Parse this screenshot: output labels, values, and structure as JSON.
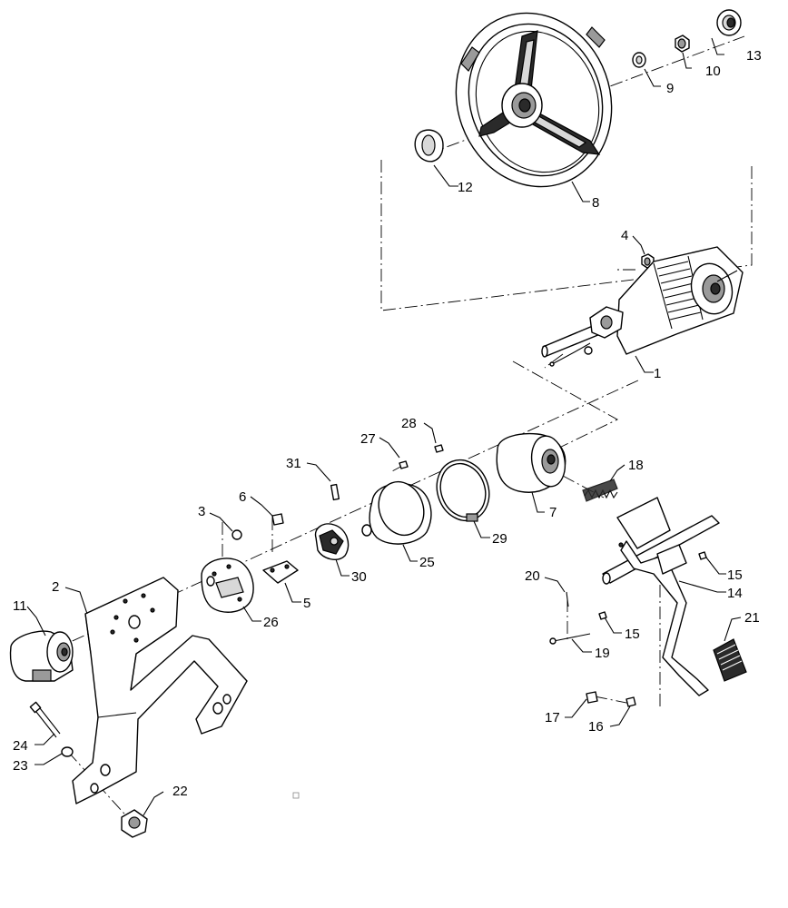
{
  "callouts": [
    {
      "id": "c1",
      "label": "1"
    },
    {
      "id": "c2",
      "label": "2"
    },
    {
      "id": "c3",
      "label": "3"
    },
    {
      "id": "c4",
      "label": "4"
    },
    {
      "id": "c5",
      "label": "5"
    },
    {
      "id": "c6",
      "label": "6"
    },
    {
      "id": "c7",
      "label": "7"
    },
    {
      "id": "c8",
      "label": "8"
    },
    {
      "id": "c9",
      "label": "9"
    },
    {
      "id": "c10",
      "label": "10"
    },
    {
      "id": "c11",
      "label": "11"
    },
    {
      "id": "c12",
      "label": "12"
    },
    {
      "id": "c13",
      "label": "13"
    },
    {
      "id": "c14",
      "label": "14"
    },
    {
      "id": "c15a",
      "label": "15"
    },
    {
      "id": "c15b",
      "label": "15"
    },
    {
      "id": "c16",
      "label": "16"
    },
    {
      "id": "c17",
      "label": "17"
    },
    {
      "id": "c18",
      "label": "18"
    },
    {
      "id": "c19",
      "label": "19"
    },
    {
      "id": "c20",
      "label": "20"
    },
    {
      "id": "c21",
      "label": "21"
    },
    {
      "id": "c22",
      "label": "22"
    },
    {
      "id": "c23",
      "label": "23"
    },
    {
      "id": "c24",
      "label": "24"
    },
    {
      "id": "c25",
      "label": "25"
    },
    {
      "id": "c26",
      "label": "26"
    },
    {
      "id": "c27",
      "label": "27"
    },
    {
      "id": "c28",
      "label": "28"
    },
    {
      "id": "c29",
      "label": "29"
    },
    {
      "id": "c30",
      "label": "30"
    },
    {
      "id": "c31",
      "label": "31"
    }
  ]
}
